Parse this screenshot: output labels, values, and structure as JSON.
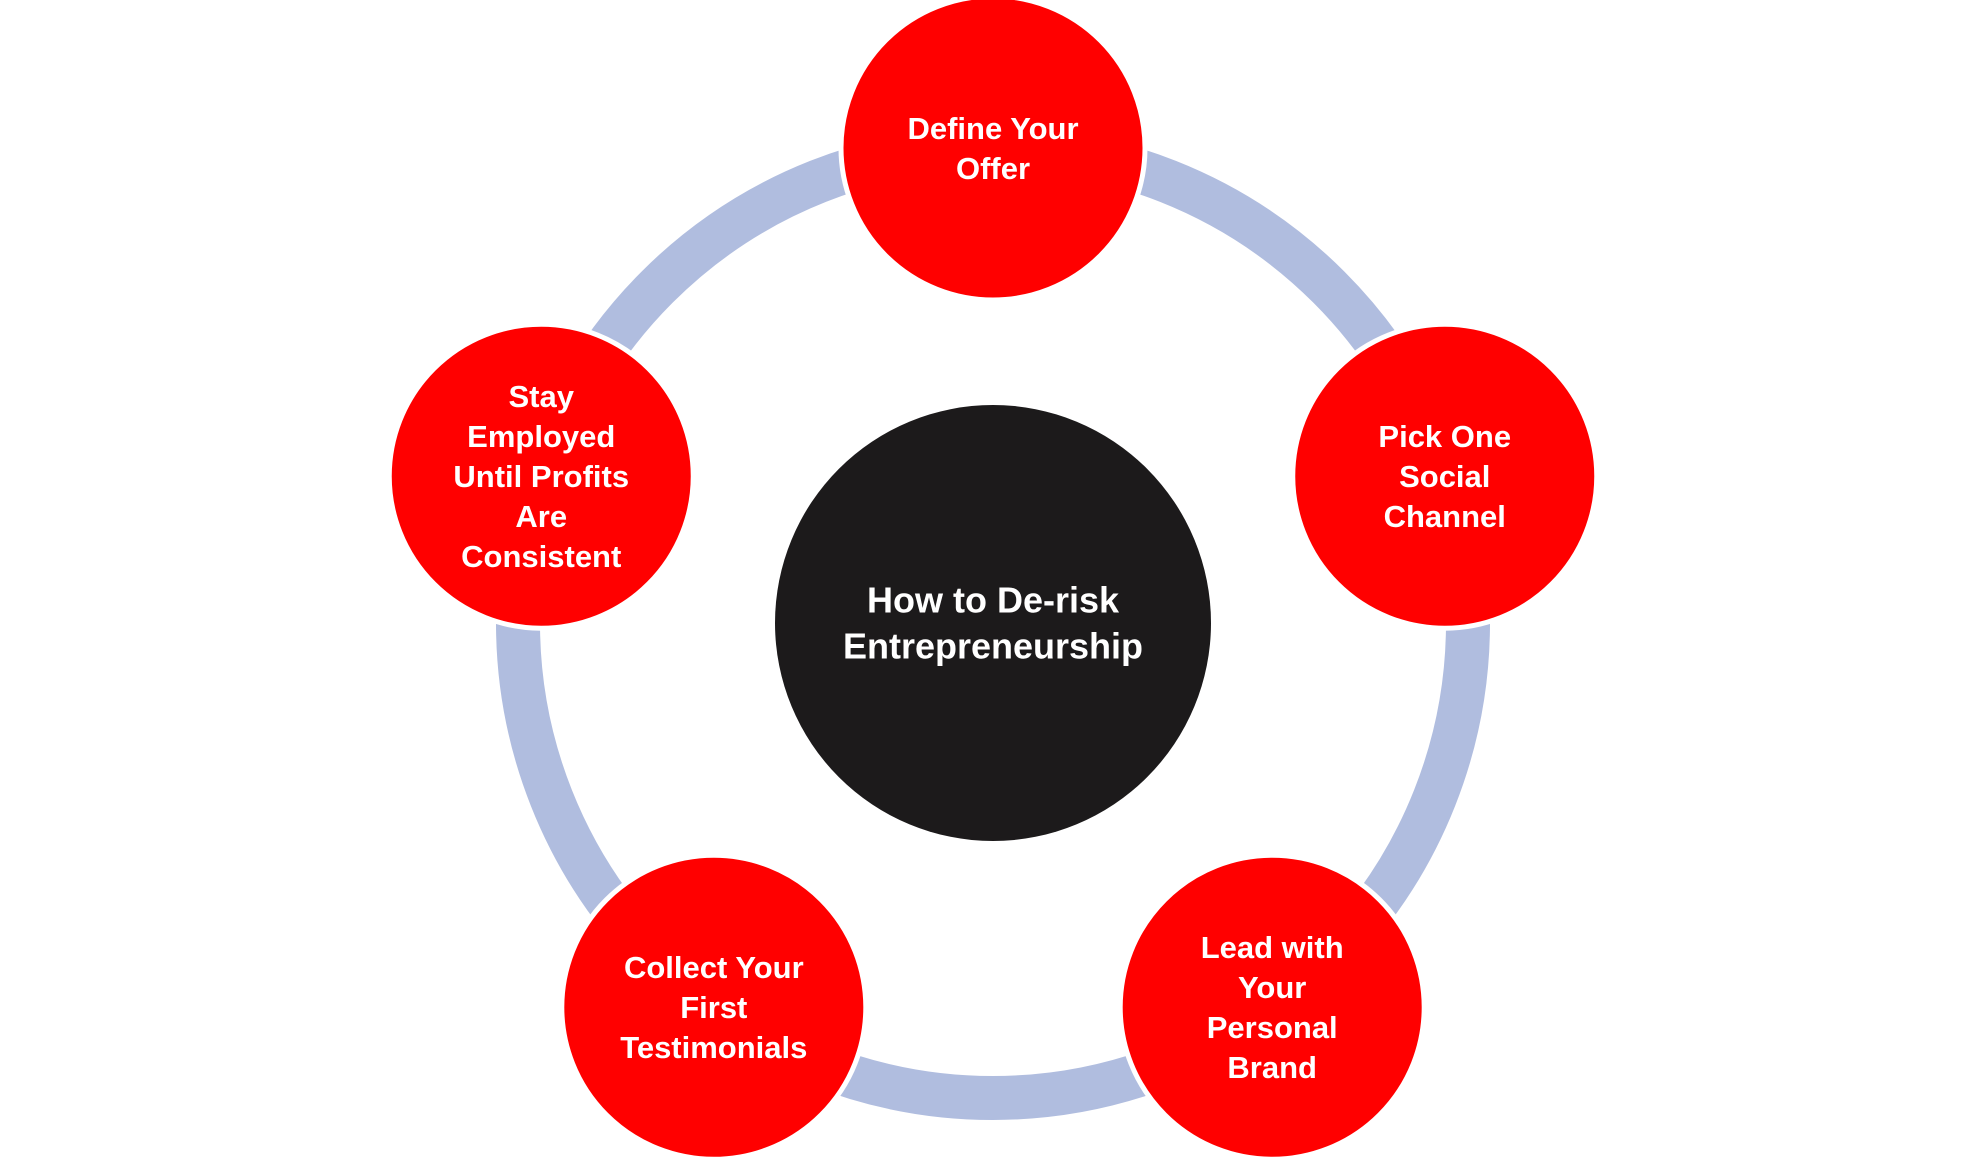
{
  "center": {
    "lines": [
      "How to De-risk",
      "Entrepreneurship"
    ]
  },
  "nodes": [
    {
      "id": "define-your-offer",
      "lines": [
        "Define Your",
        "Offer"
      ]
    },
    {
      "id": "pick-one-social-channel",
      "lines": [
        "Pick One",
        "Social",
        "Channel"
      ]
    },
    {
      "id": "lead-with-your-personal-brand",
      "lines": [
        "Lead with",
        "Your",
        "Personal",
        "Brand"
      ]
    },
    {
      "id": "collect-your-first-testimonials",
      "lines": [
        "Collect Your",
        "First",
        "Testimonials"
      ]
    },
    {
      "id": "stay-employed-until-profits-are-consistent",
      "lines": [
        "Stay",
        "Employed",
        "Until Profits",
        "Are",
        "Consistent"
      ]
    }
  ],
  "colors": {
    "node_fill": "#ff0000",
    "center_fill": "#1c1a1b",
    "ring": "#b0bddf",
    "node_border": "#ffffff",
    "text": "#ffffff"
  }
}
